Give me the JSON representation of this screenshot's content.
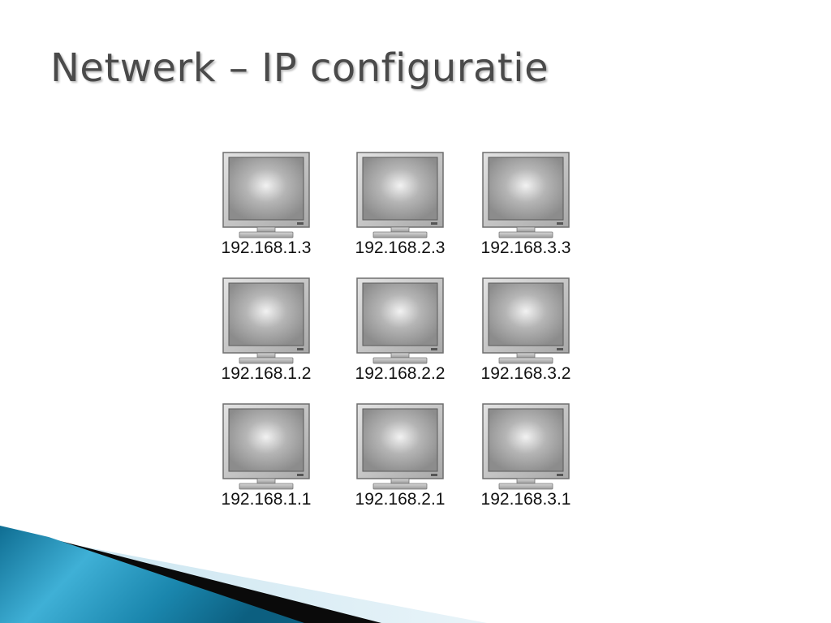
{
  "slide": {
    "title": "Netwerk – IP configuratie"
  },
  "network": {
    "monitor_icon": "computer-monitor-icon",
    "rows": [
      [
        "192.168.1.3",
        "192.168.2.3",
        "192.168.3.3"
      ],
      [
        "192.168.1.2",
        "192.168.2.2",
        "192.168.3.2"
      ],
      [
        "192.168.1.1",
        "192.168.2.1",
        "192.168.3.1"
      ]
    ]
  },
  "theme": {
    "title_color": "#4a4a4a",
    "accent_blue": "#1f8fb5",
    "accent_light": "#dbeef5",
    "accent_dark": "#0a0a0a"
  }
}
